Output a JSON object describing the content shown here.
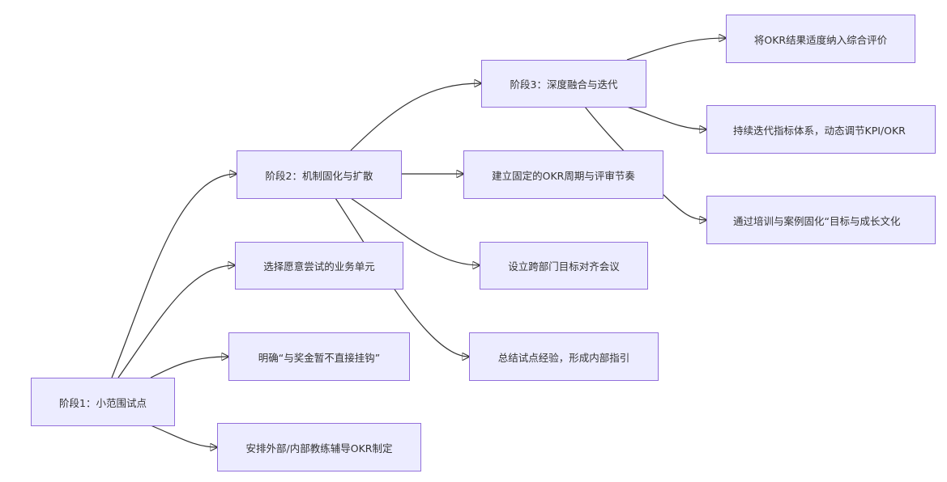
{
  "diagram": {
    "type": "flowchart",
    "direction": "left-to-right",
    "colors": {
      "node_fill": "#ECECFF",
      "node_border": "#9370DB",
      "edge": "#333333",
      "text": "#333333"
    },
    "nodes": {
      "s1": {
        "label": "阶段1：小范围试点"
      },
      "n1a": {
        "label": "选择愿意尝试的业务单元"
      },
      "n1b": {
        "label": "明确“与奖金暂不直接挂钩”"
      },
      "n1c": {
        "label": "安排外部/内部教练辅导OKR制定"
      },
      "s2": {
        "label": "阶段2：机制固化与扩散"
      },
      "n2a": {
        "label": "建立固定的OKR周期与评审节奏"
      },
      "n2b": {
        "label": "设立跨部门目标对齐会议"
      },
      "n2c": {
        "label": "总结试点经验，形成内部指引"
      },
      "s3": {
        "label": "阶段3：深度融合与迭代"
      },
      "n3a": {
        "label": "将OKR结果适度纳入综合评价"
      },
      "n3b": {
        "label": "持续迭代指标体系，动态调节KPI/OKR"
      },
      "n3c": {
        "label": "通过培训与案例固化“目标与成长文化"
      }
    },
    "edges": [
      {
        "from": "s1",
        "to": "s2"
      },
      {
        "from": "s1",
        "to": "n1a"
      },
      {
        "from": "s1",
        "to": "n1b"
      },
      {
        "from": "s1",
        "to": "n1c"
      },
      {
        "from": "s2",
        "to": "s3"
      },
      {
        "from": "s2",
        "to": "n2a"
      },
      {
        "from": "s2",
        "to": "n2b"
      },
      {
        "from": "s2",
        "to": "n2c"
      },
      {
        "from": "s3",
        "to": "n3a"
      },
      {
        "from": "s3",
        "to": "n3b"
      },
      {
        "from": "s3",
        "to": "n3c"
      }
    ]
  }
}
